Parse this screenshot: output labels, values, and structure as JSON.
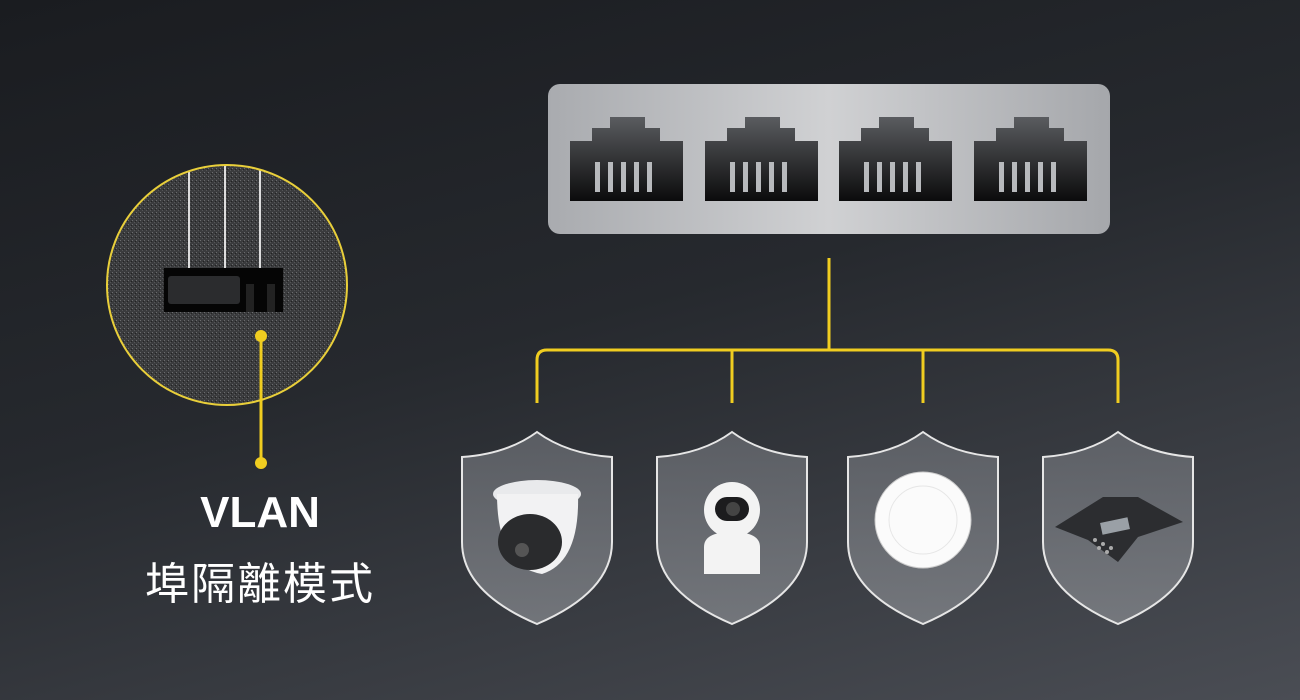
{
  "label": {
    "title": "VLAN",
    "subtitle": "埠隔離模式"
  },
  "switch": {
    "ports": 4
  },
  "devices": [
    {
      "name": "dome-camera"
    },
    {
      "name": "pan-tilt-camera"
    },
    {
      "name": "access-point"
    },
    {
      "name": "conference-phone"
    }
  ],
  "colors": {
    "accent": "#f0cd20",
    "background": "#202327",
    "switch_panel": "#c4c5c8"
  }
}
